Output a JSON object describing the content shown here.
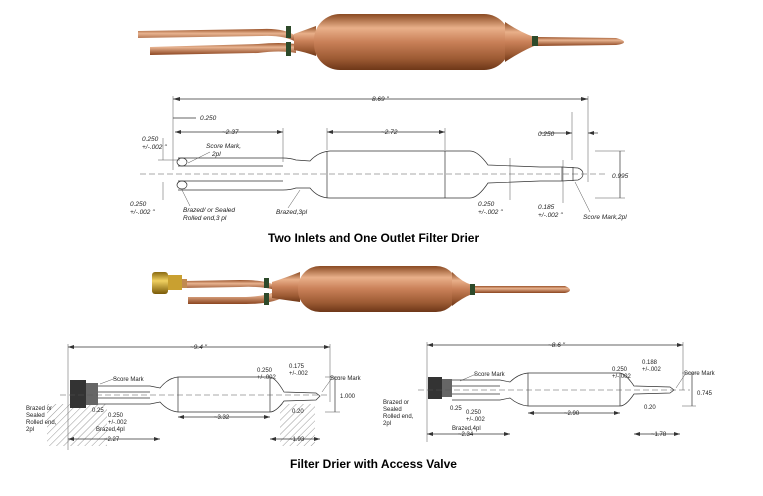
{
  "captions": {
    "top": "Two Inlets and One Outlet Filter Drier",
    "bottom": "Filter Drier with Access Valve"
  },
  "drawing1": {
    "overall": "8.69 \"",
    "d250a": "0.250",
    "d237": "~2.37",
    "d272": "~2.72",
    "d250b": "0.250",
    "dia250_top_1": "0.250",
    "dia250_top_2": "+/-.002 \"",
    "score_mark_1": "Score Mark,",
    "score_mark_2": "2pl",
    "dia250_bot_1": "0.250",
    "dia250_bot_2": "+/-.002 \"",
    "brazed_sealed_1": "Brazed/ or Sealed",
    "brazed_sealed_2": "Rolled end,3 pl",
    "brazed3": "Brazed,3pl",
    "out250_1": "0.250",
    "out250_2": "+/-.002 \"",
    "out185_1": "0.185",
    "out185_2": "+/-.002 \"",
    "score_mark_out": "Score Mark,2pl",
    "d995": "0.995"
  },
  "drawing2": {
    "overall": "~9.4 \"",
    "score_mark": "Score Mark",
    "score_mark_r": "Score Mark",
    "d250_1": "0.250",
    "d250_2": "+/-.002",
    "d175_1": "0.175",
    "d175_2": "+/-.002",
    "brazed_sealed_1": "Brazed or",
    "brazed_sealed_2": "Sealed",
    "brazed_sealed_3": "Rolled end,",
    "brazed_sealed_4": "2pl",
    "d025": "0.25",
    "d250b_1": "0.250",
    "d250b_2": "+/-.002",
    "brazed4": "Brazed,4pl",
    "d332": "~3.32",
    "d020": "0.20",
    "d1000": "1.000",
    "d227": "~2.27",
    "d193": "~1.93"
  },
  "drawing3": {
    "overall": "~8.6 \"",
    "score_mark": "Score Mark",
    "score_mark_r": "Score Mark",
    "d250_1": "0.250",
    "d250_2": "+/-.002",
    "d188_1": "0.188",
    "d188_2": "+/-.002",
    "brazed_sealed_1": "Brazed or",
    "brazed_sealed_2": "Sealed",
    "brazed_sealed_3": "Rolled end,",
    "brazed_sealed_4": "2pl",
    "d025": "0.25",
    "d250b_1": "0.250",
    "d250b_2": "+/-.002",
    "brazed4": "Brazed,4pl",
    "d290": "~2.90",
    "d020": "0.20",
    "d745": "0.745",
    "d234": "~2.34",
    "d178": "~1.78"
  }
}
